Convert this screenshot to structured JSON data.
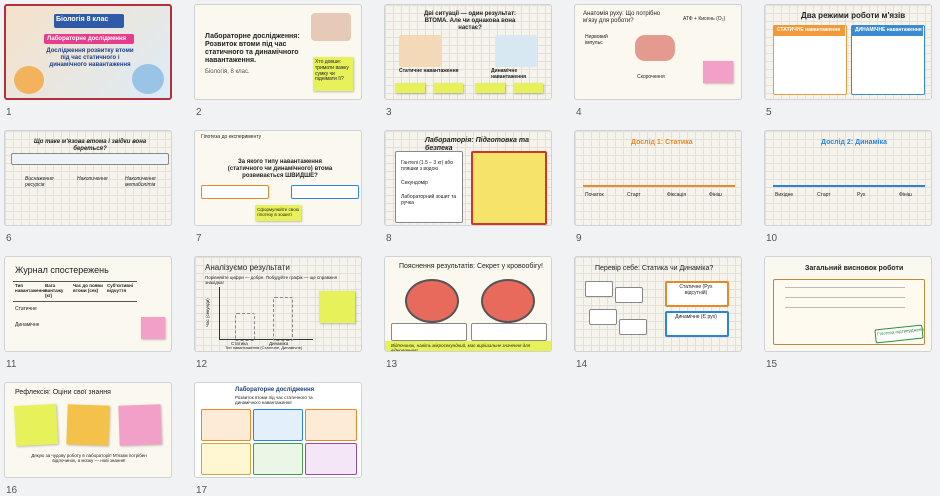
{
  "slides": [
    {
      "num": "1",
      "title": "Біологія 8 клас",
      "subtitle": "Лабораторне дослідження",
      "line2": "Дослідження розвитку втоми під час статичного і динамічного навантаження"
    },
    {
      "num": "2",
      "title": "Лабораторне дослідження: Розвиток втоми під час статичного та динамічного навантаження.",
      "meta": "Біологія, 8 клас.",
      "note": "Хто довше: тримати важку сумку чи піднімати її?"
    },
    {
      "num": "3",
      "title": "Дві ситуації — один результат: ВТОМА. Але чи однакова вона настає?",
      "labels": [
        "Статичне навантаження",
        "Динамічне навантаження"
      ]
    },
    {
      "num": "4",
      "title": "Анатомія руху: Що потрібно м'язу для роботи?",
      "items": [
        "Нервовий імпульс",
        "АТФ + Кисень (O₂)",
        "Скорочення"
      ]
    },
    {
      "num": "5",
      "title": "Два режими роботи м'язів",
      "left": "СТАТИЧНЕ навантаження",
      "right": "ДИНАМІЧНЕ навантаження"
    },
    {
      "num": "6",
      "title": "Що таке м'язова втома і звідки вона береться?",
      "items": [
        "Виснаження ресурсів",
        "Накопичення",
        "Накопичення метаболітів"
      ]
    },
    {
      "num": "7",
      "title": "За якого типу навантаження (статичного чи динамічного) втома розвивається ШВИДШЕ?",
      "top": "Гіпотеза до експерименту",
      "note": "Сформулюйте свою гіпотезу в зошиті"
    },
    {
      "num": "8",
      "title": "Лабораторія: Підготовка та безпека",
      "items": [
        "Гантелі (1.5 – 3 кг) або пляшки з водою",
        "Секундомір",
        "Лабораторний зошит та ручка"
      ]
    },
    {
      "num": "9",
      "title": "Дослід 1: Статика",
      "steps": [
        "Початок",
        "Старт",
        "Фіксація",
        "Фініш"
      ]
    },
    {
      "num": "10",
      "title": "Дослід 2: Динаміка",
      "steps": [
        "Вихідне",
        "Старт",
        "Рух",
        "Фініш"
      ]
    },
    {
      "num": "11",
      "title": "Журнал спостережень",
      "cols": [
        "Тип навантаження",
        "Вага вантажу (кг)",
        "Час до появи втоми (сек)",
        "Суб'єктивні відчуття"
      ],
      "rows": [
        "Статичне",
        "Динамічне"
      ]
    },
    {
      "num": "12",
      "title": "Аналізуємо результати",
      "subtitle": "Порівняйте цифри — добре. Побудуйте графік — ще справжня знахідка!",
      "ylabel": "Час (секунди)",
      "xlabel": "Тип навантаження (Статичне, Динамічне)",
      "xcats": [
        "Статика",
        "Динаміка"
      ]
    },
    {
      "num": "13",
      "title": "Пояснення результатів: Секрет у кровообігу!",
      "caption": "Відпочинок, навіть мікросекундний, має вирішальне значення для відновлення!"
    },
    {
      "num": "14",
      "title": "Перевір себе: Статика чи Динаміка?",
      "boxes": [
        "Статичне (Рух відсутній)",
        "Динамічне (Є рух)"
      ]
    },
    {
      "num": "15",
      "title": "Загальний висновок роботи",
      "stamp": "Гіпотеза підтверджена"
    },
    {
      "num": "16",
      "title": "Рефлексія: Оціни свої знання",
      "footer": "Дякую за чудову роботу в лабораторії! М'язам потрібен відпочинок, а мозку — нові знання!"
    },
    {
      "num": "17",
      "title": "Лабораторне дослідження",
      "subtitle": "Розвиток втоми під час статичного та динамічного навантаження"
    }
  ]
}
